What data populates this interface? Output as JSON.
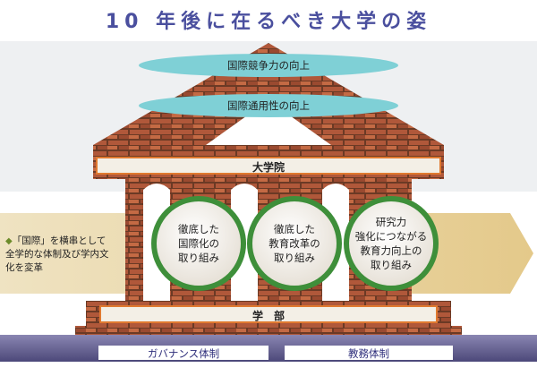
{
  "title": "10 年後に在るべき大学の姿",
  "goals": {
    "top": "国際競争力の向上",
    "second": "国際通用性の向上"
  },
  "building": {
    "upper_level": "大学院",
    "lower_level": "学　部"
  },
  "side_note": {
    "bullet": "◆",
    "text": "「国際」を横串として全学的な体制及び学内文化を変革"
  },
  "pillars": [
    {
      "label": "徹底した\n国際化の\n取り組み"
    },
    {
      "label": "徹底した\n教育改革の\n取り組み"
    },
    {
      "label": "研究力\n強化につながる\n教育力向上の\n取り組み"
    }
  ],
  "foundation": {
    "left": "ガバナンス体制",
    "right": "教務体制"
  },
  "colors": {
    "title": "#4a4f9e",
    "ellipse": "#7fd0d6",
    "brick": "#a04f33",
    "mortar": "#6b3a25",
    "bar_outline": "#e07a30",
    "arrow": "#e8d7a6",
    "ground": "#5d5a8a"
  }
}
